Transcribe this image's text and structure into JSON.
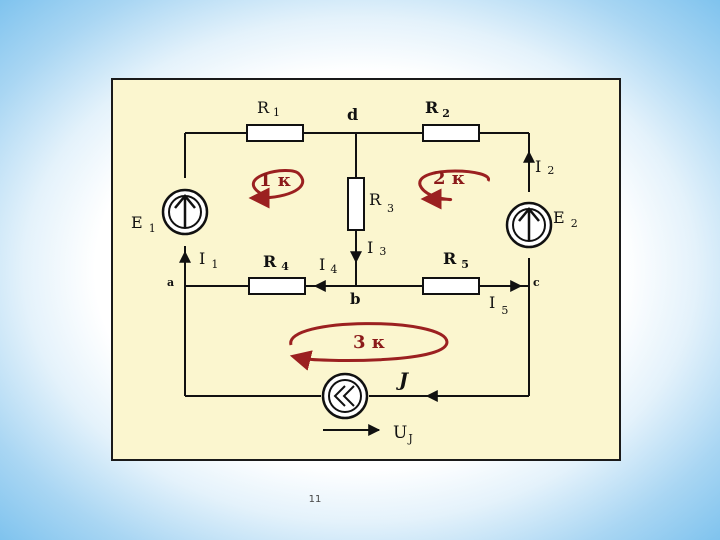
{
  "colors": {
    "loop_arrow": "#9b2020",
    "wire": "#111111",
    "frame_background": "#fbf6cf"
  },
  "circuit": {
    "resistors": [
      {
        "name": "R",
        "index": "1"
      },
      {
        "name": "R",
        "index": "2"
      },
      {
        "name": "R",
        "index": "3"
      },
      {
        "name": "R",
        "index": "4"
      },
      {
        "name": "R",
        "index": "5"
      }
    ],
    "sources": [
      {
        "name": "E",
        "index": "1"
      },
      {
        "name": "E",
        "index": "2"
      }
    ],
    "currents": [
      {
        "name": "I",
        "index": "1"
      },
      {
        "name": "I",
        "index": "2"
      },
      {
        "name": "I",
        "index": "3"
      },
      {
        "name": "I",
        "index": "4"
      },
      {
        "name": "I",
        "index": "5"
      }
    ],
    "nodes": [
      "a",
      "b",
      "c",
      "d"
    ],
    "loops": [
      "1 к",
      "2 к",
      "3 к"
    ],
    "current_source": {
      "label": "J",
      "voltage_name": "U",
      "voltage_index": "J",
      "icon": "double-chevron-left-icon"
    }
  },
  "page_number": "11"
}
